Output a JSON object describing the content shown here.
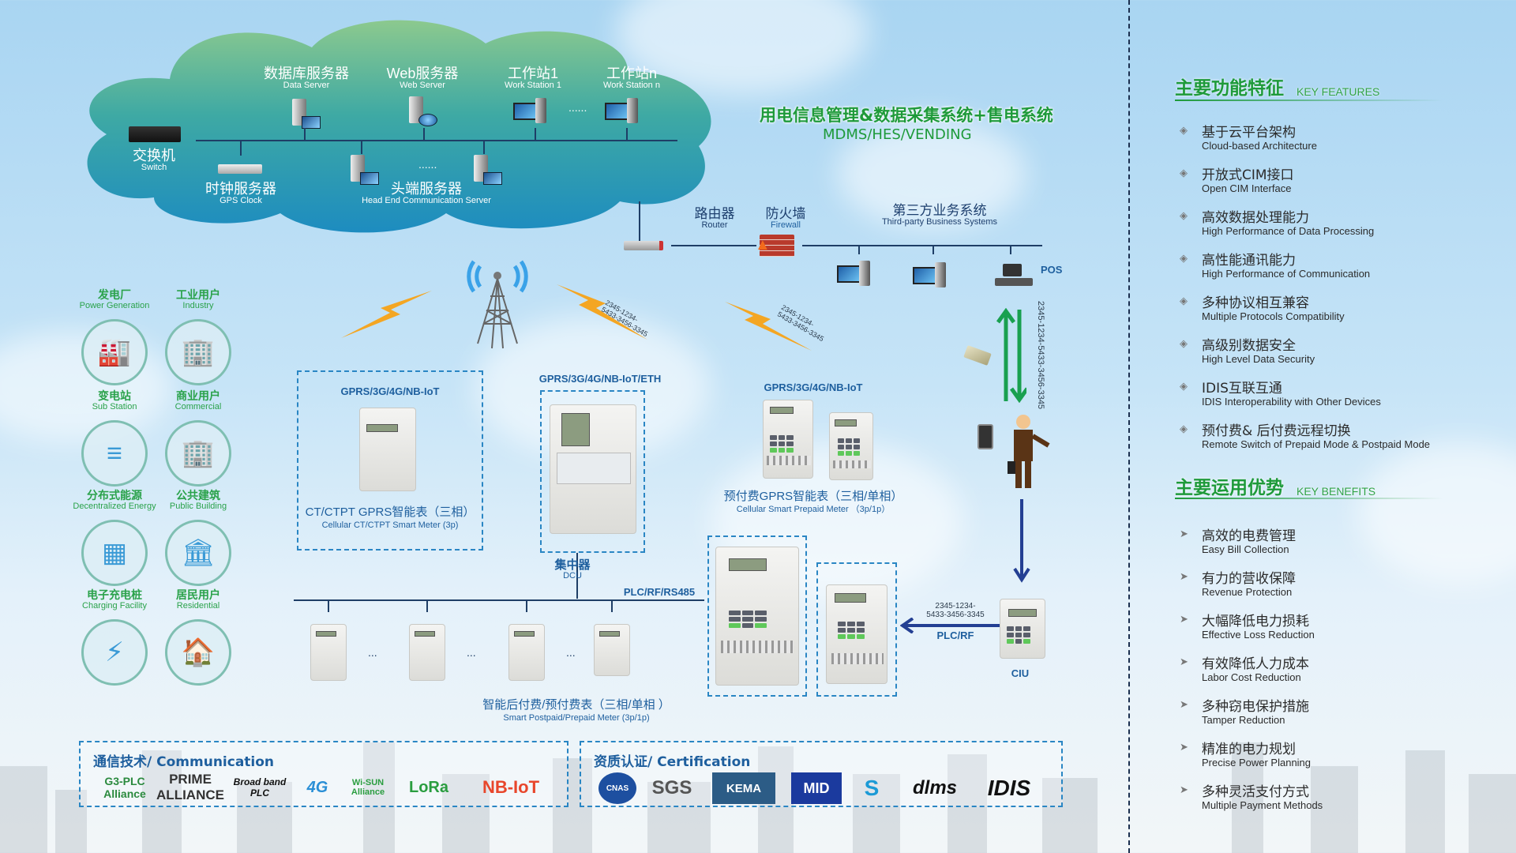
{
  "title": {
    "main": "用电信息管理&数据采集系统+售电系统",
    "sub": "MDMS/HES/VENDING"
  },
  "cloud": {
    "switch": {
      "zh": "交换机",
      "en": "Switch"
    },
    "gps_clock": {
      "zh": "时钟服务器",
      "en": "GPS Clock"
    },
    "data_server": {
      "zh": "数据库服务器",
      "en": "Data Server"
    },
    "web_server": {
      "zh": "Web服务器",
      "en": "Web Server"
    },
    "ws1": {
      "zh": "工作站1",
      "en": "Work Station 1"
    },
    "wsn": {
      "zh": "工作站n",
      "en": "Work Station n"
    },
    "head_end": {
      "zh": "头端服务器",
      "en": "Head End Communication Server"
    },
    "ellipsis": "......"
  },
  "network": {
    "router": {
      "zh": "路由器",
      "en": "Router"
    },
    "firewall": {
      "zh": "防火墙",
      "en": "Firewall"
    },
    "third_party": {
      "zh": "第三方业务系统",
      "en": "Third-party  Business Systems"
    },
    "pos": "POS"
  },
  "users": [
    {
      "zh": "发电厂",
      "en": "Power Generation",
      "icon": "power-plant-icon"
    },
    {
      "zh": "工业用户",
      "en": "Industry",
      "icon": "factory-icon"
    },
    {
      "zh": "变电站",
      "en": "Sub Station",
      "icon": "substation-icon"
    },
    {
      "zh": "商业用户",
      "en": "Commercial",
      "icon": "office-building-icon"
    },
    {
      "zh": "分布式能源",
      "en": "Decentralized Energy",
      "icon": "solar-panel-icon"
    },
    {
      "zh": "公共建筑",
      "en": "Public Building",
      "icon": "public-building-icon"
    },
    {
      "zh": "电子充电桩",
      "en": "Charging Facility",
      "icon": "ev-charger-icon"
    },
    {
      "zh": "居民用户",
      "en": "Residential",
      "icon": "house-icon"
    }
  ],
  "meters": {
    "ct_proto": "GPRS/3G/4G/NB-IoT",
    "ct_caption_zh": "CT/CTPT GPRS智能表（三相）",
    "ct_caption_en": "Cellular CT/CTPT Smart Meter (3p)",
    "dcu_proto": "GPRS/3G/4G/NB-IoT/ETH",
    "dcu": {
      "zh": "集中器",
      "en": "DCU"
    },
    "prepaid_proto": "GPRS/3G/4G/NB-IoT",
    "prepaid_caption_zh": "预付费GPRS智能表（三相/单相）",
    "prepaid_caption_en": "Cellular Smart Prepaid Meter （3p/1p）",
    "bus_proto": "PLC/RF/RS485",
    "smart_caption_zh": "智能后付费/预付费表（三相/单相 ）",
    "smart_caption_en": "Smart Postpaid/Prepaid Meter (3p/1p)",
    "dots": "...",
    "ciu": "CIU",
    "ciu_proto": "PLC/RF",
    "token_line1": "2345-1234-",
    "token_line2": "5433-3456-3345",
    "token_vertical": "2345-1234-5433-3456-3345"
  },
  "features": {
    "title_zh": "主要功能特征",
    "title_en": "KEY FEATURES",
    "items": [
      {
        "zh": "基于云平台架构",
        "en": "Cloud-based Architecture"
      },
      {
        "zh": "开放式CIM接口",
        "en": "Open CIM Interface"
      },
      {
        "zh": "高效数据处理能力",
        "en": "High Performance of Data Processing"
      },
      {
        "zh": "高性能通讯能力",
        "en": "High Performance of Communication"
      },
      {
        "zh": "多种协议相互兼容",
        "en": "Multiple Protocols Compatibility"
      },
      {
        "zh": "高级别数据安全",
        "en": "High Level Data Security"
      },
      {
        "zh": "IDIS互联互通",
        "en": "IDIS Interoperability with Other Devices"
      },
      {
        "zh": "预付费& 后付费远程切换",
        "en": "Remote Switch of  Prepaid Mode & Postpaid Mode"
      }
    ]
  },
  "benefits": {
    "title_zh": "主要运用优势",
    "title_en": "KEY BENEFITS",
    "items": [
      {
        "zh": "高效的电费管理",
        "en": "Easy Bill Collection"
      },
      {
        "zh": "有力的营收保障",
        "en": "Revenue Protection"
      },
      {
        "zh": "大幅降低电力损耗",
        "en": "Effective Loss Reduction"
      },
      {
        "zh": "有效降低人力成本",
        "en": " Labor Cost Reduction"
      },
      {
        "zh": "多种窃电保护措施",
        "en": "Tamper Reduction"
      },
      {
        "zh": "精准的电力规划",
        "en": "Precise Power Planning"
      },
      {
        "zh": "多种灵活支付方式",
        "en": "Multiple Payment  Methods"
      }
    ]
  },
  "communication": {
    "title": "通信技术/ Communication",
    "logos": [
      "G3-PLC Alliance",
      "PRIME ALLIANCE",
      "Broad band PLC",
      "4G",
      "Wi-SUN Alliance",
      "LoRa",
      "NB-IoT"
    ]
  },
  "certification": {
    "title": "资质认证/ Certification",
    "logos": [
      "CNAS",
      "SGS",
      "KEMA",
      "MID",
      "S",
      "dlms",
      "IDIS"
    ]
  },
  "colors": {
    "green": "#1e9a3a",
    "blue": "#1e5f9e",
    "dash": "#2a86c4",
    "navy": "#1e3e66",
    "nbiot": "#e8462b",
    "arrow_green": "#19a050",
    "arrow_blue": "#233f93"
  }
}
